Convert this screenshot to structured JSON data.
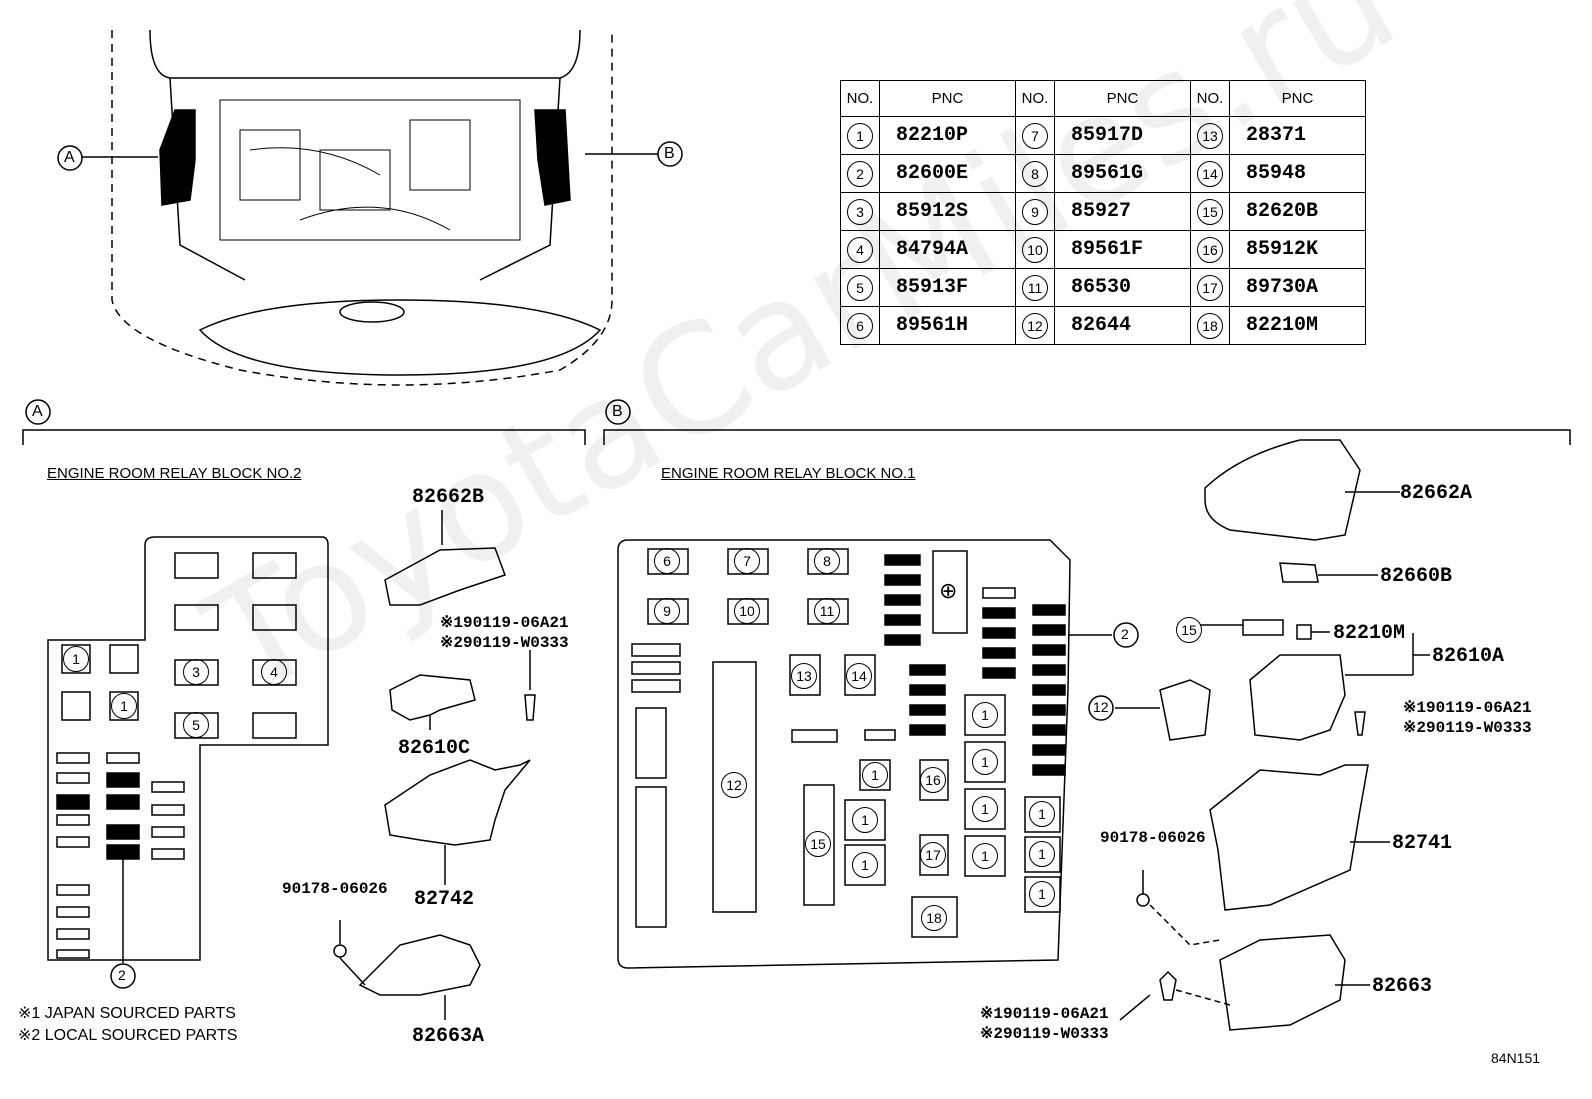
{
  "watermark": "ToyotaCarMiles.ru",
  "table": {
    "headers": [
      "NO.",
      "PNC",
      "NO.",
      "PNC",
      "NO.",
      "PNC"
    ],
    "rows": [
      [
        {
          "no": "1",
          "pnc": "82210P"
        },
        {
          "no": "7",
          "pnc": "85917D"
        },
        {
          "no": "13",
          "pnc": "28371"
        }
      ],
      [
        {
          "no": "2",
          "pnc": "82600E"
        },
        {
          "no": "8",
          "pnc": "89561G"
        },
        {
          "no": "14",
          "pnc": "85948"
        }
      ],
      [
        {
          "no": "3",
          "pnc": "85912S"
        },
        {
          "no": "9",
          "pnc": "85927"
        },
        {
          "no": "15",
          "pnc": "82620B"
        }
      ],
      [
        {
          "no": "4",
          "pnc": "84794A"
        },
        {
          "no": "10",
          "pnc": "89561F"
        },
        {
          "no": "16",
          "pnc": "85912K"
        }
      ],
      [
        {
          "no": "5",
          "pnc": "85913F"
        },
        {
          "no": "11",
          "pnc": "86530"
        },
        {
          "no": "17",
          "pnc": "89730A"
        }
      ],
      [
        {
          "no": "6",
          "pnc": "89561H"
        },
        {
          "no": "12",
          "pnc": "82644"
        },
        {
          "no": "18",
          "pnc": "82210M"
        }
      ]
    ]
  },
  "callouts": {
    "a": "A",
    "b": "B"
  },
  "sections": {
    "block2_title": "ENGINE ROOM RELAY BLOCK NO.2",
    "block1_title": "ENGINE ROOM RELAY BLOCK NO.1"
  },
  "parts": {
    "p82662B": "82662B",
    "p82610C": "82610C",
    "p82742": "82742",
    "p82663A": "82663A",
    "p90178_left": "90178-06026",
    "p82662A": "82662A",
    "p82660B": "82660B",
    "p82210M": "82210M",
    "p82610A": "82610A",
    "p82741": "82741",
    "p90178_right": "90178-06026",
    "p82663": "82663"
  },
  "notes": {
    "left_bolt_1": "※190119-06A21",
    "left_bolt_2": "※290119-W0333",
    "right_bolt_1": "※190119-06A21",
    "right_bolt_2": "※290119-W0333",
    "bottom_bolt_1": "※190119-06A21",
    "bottom_bolt_2": "※290119-W0333"
  },
  "legend": {
    "line1": "※1 JAPAN SOURCED PARTS",
    "line2": "※2 LOCAL SOURCED PARTS"
  },
  "left_block_refs": {
    "r1a": "1",
    "r1b": "1",
    "r3": "3",
    "r4": "4",
    "r5": "5",
    "r2": "2"
  },
  "right_block_refs": {
    "r6": "6",
    "r7": "7",
    "r8": "8",
    "r9": "9",
    "r10": "10",
    "r11": "11",
    "r12": "12",
    "r13": "13",
    "r14": "14",
    "r15": "15",
    "r16": "16",
    "r17": "17",
    "r18": "18",
    "r1": "1",
    "r2": "2",
    "r15_out": "15",
    "r12_out": "12",
    "plus": "⊕"
  },
  "code": "84N151"
}
